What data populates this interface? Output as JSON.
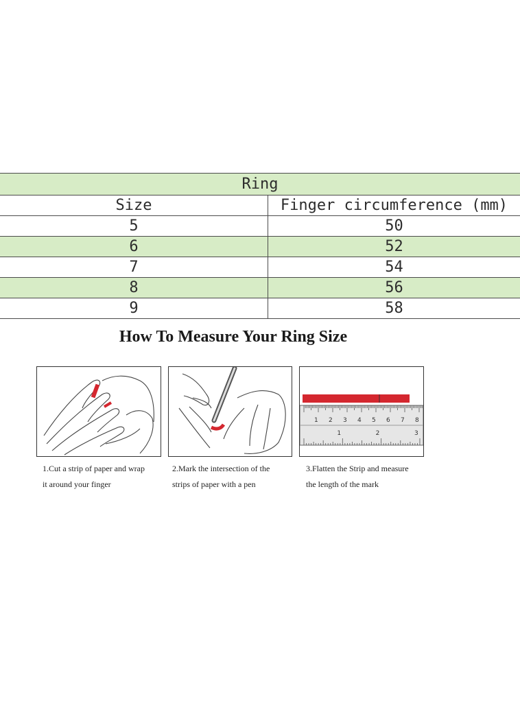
{
  "table": {
    "title": "Ring",
    "headers": [
      "Size",
      "Finger circumference (mm)"
    ],
    "rows": [
      {
        "size": "5",
        "circumference": "50"
      },
      {
        "size": "6",
        "circumference": "52"
      },
      {
        "size": "7",
        "circumference": "54"
      },
      {
        "size": "8",
        "circumference": "56"
      },
      {
        "size": "9",
        "circumference": "58"
      }
    ]
  },
  "guide": {
    "heading": "How  To Measure Your Ring Size",
    "steps": [
      {
        "line1": "1.Cut a strip of paper and wrap",
        "line2": "it around your finger",
        "icon": "hand-wrap-icon"
      },
      {
        "line1": "2.Mark the intersection of the",
        "line2": "strips of paper with a pen",
        "icon": "pen-mark-icon"
      },
      {
        "line1": "3.Flatten the Strip and measure",
        "line2": "the length of the mark",
        "icon": "ruler-icon"
      }
    ],
    "ruler": {
      "cm_labels": [
        "1",
        "2",
        "3",
        "4",
        "5",
        "6",
        "7",
        "8"
      ],
      "inch_labels": [
        "1",
        "2",
        "3"
      ]
    }
  },
  "colors": {
    "header_green": "#d7ecc6",
    "strip_red": "#d4272f"
  }
}
